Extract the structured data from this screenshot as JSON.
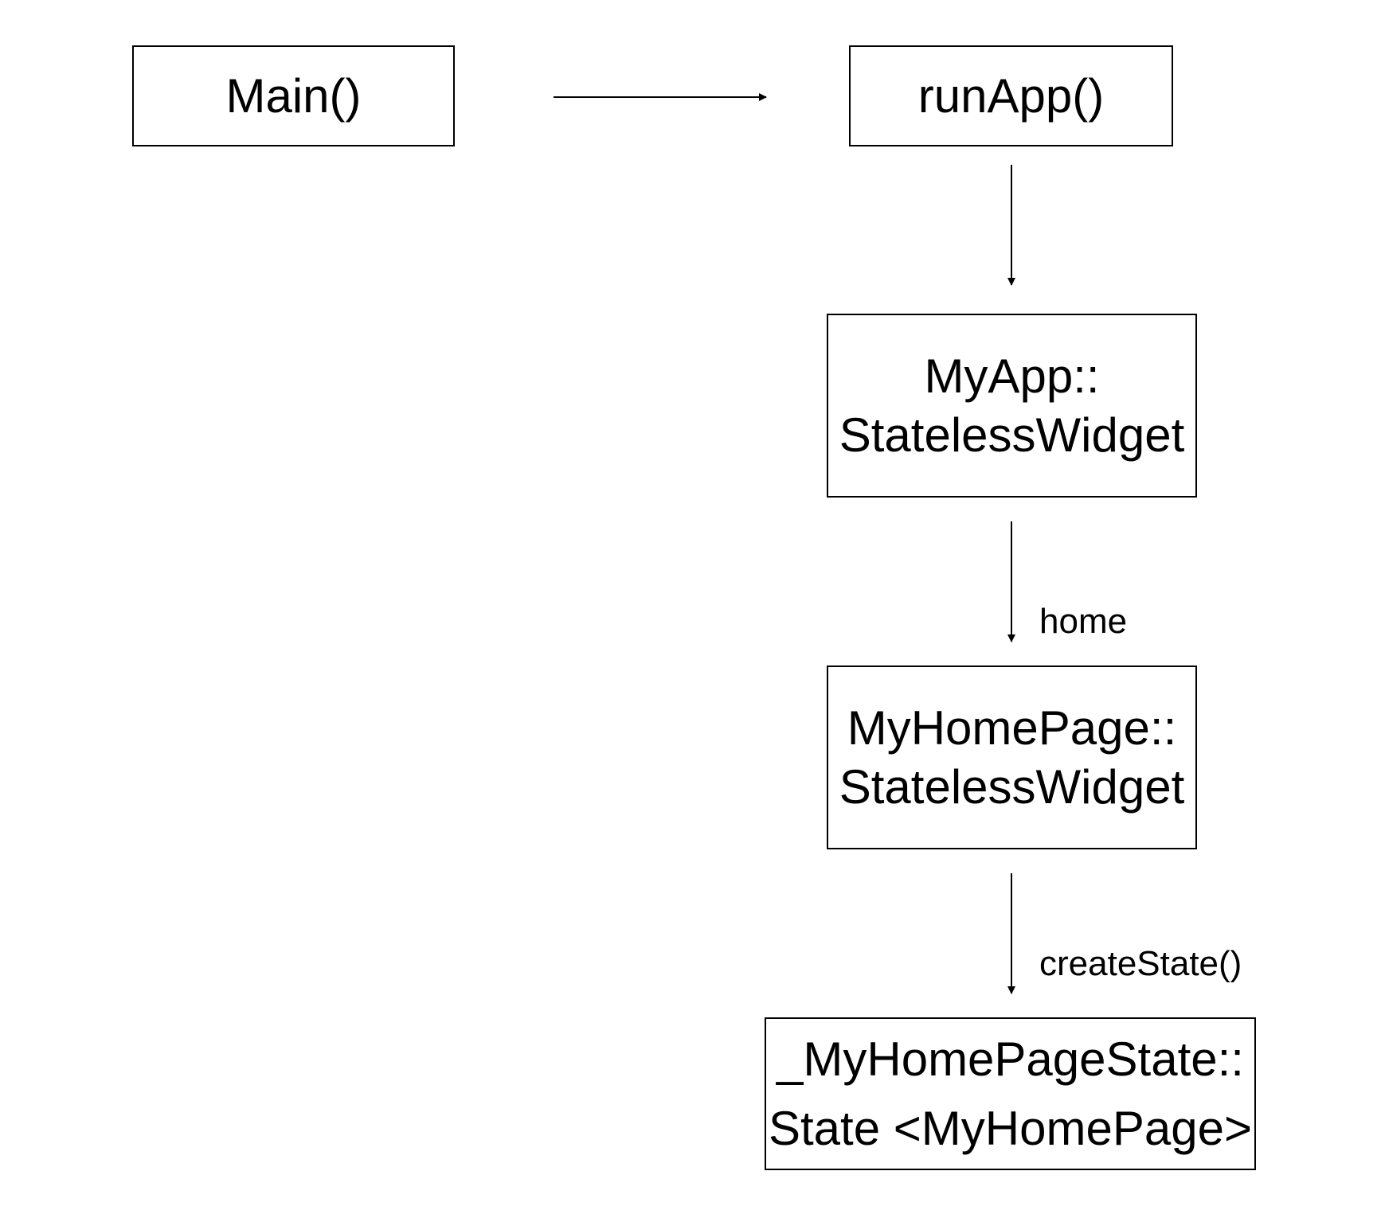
{
  "nodes": {
    "main": {
      "lines": [
        "Main()"
      ]
    },
    "run_app": {
      "lines": [
        "runApp()"
      ]
    },
    "my_app": {
      "lines": [
        "MyApp::",
        "StatelessWidget"
      ]
    },
    "my_home_page": {
      "lines": [
        "MyHomePage::",
        "StatelessWidget"
      ]
    },
    "my_home_page_state": {
      "lines": [
        "_MyHomePageState::",
        "State <MyHomePage>"
      ]
    }
  },
  "edges": [
    {
      "from": "main",
      "to": "run_app",
      "label": ""
    },
    {
      "from": "run_app",
      "to": "my_app",
      "label": ""
    },
    {
      "from": "my_app",
      "to": "my_home_page",
      "label": "home"
    },
    {
      "from": "my_home_page",
      "to": "my_home_page_state",
      "label": "createState()"
    }
  ]
}
